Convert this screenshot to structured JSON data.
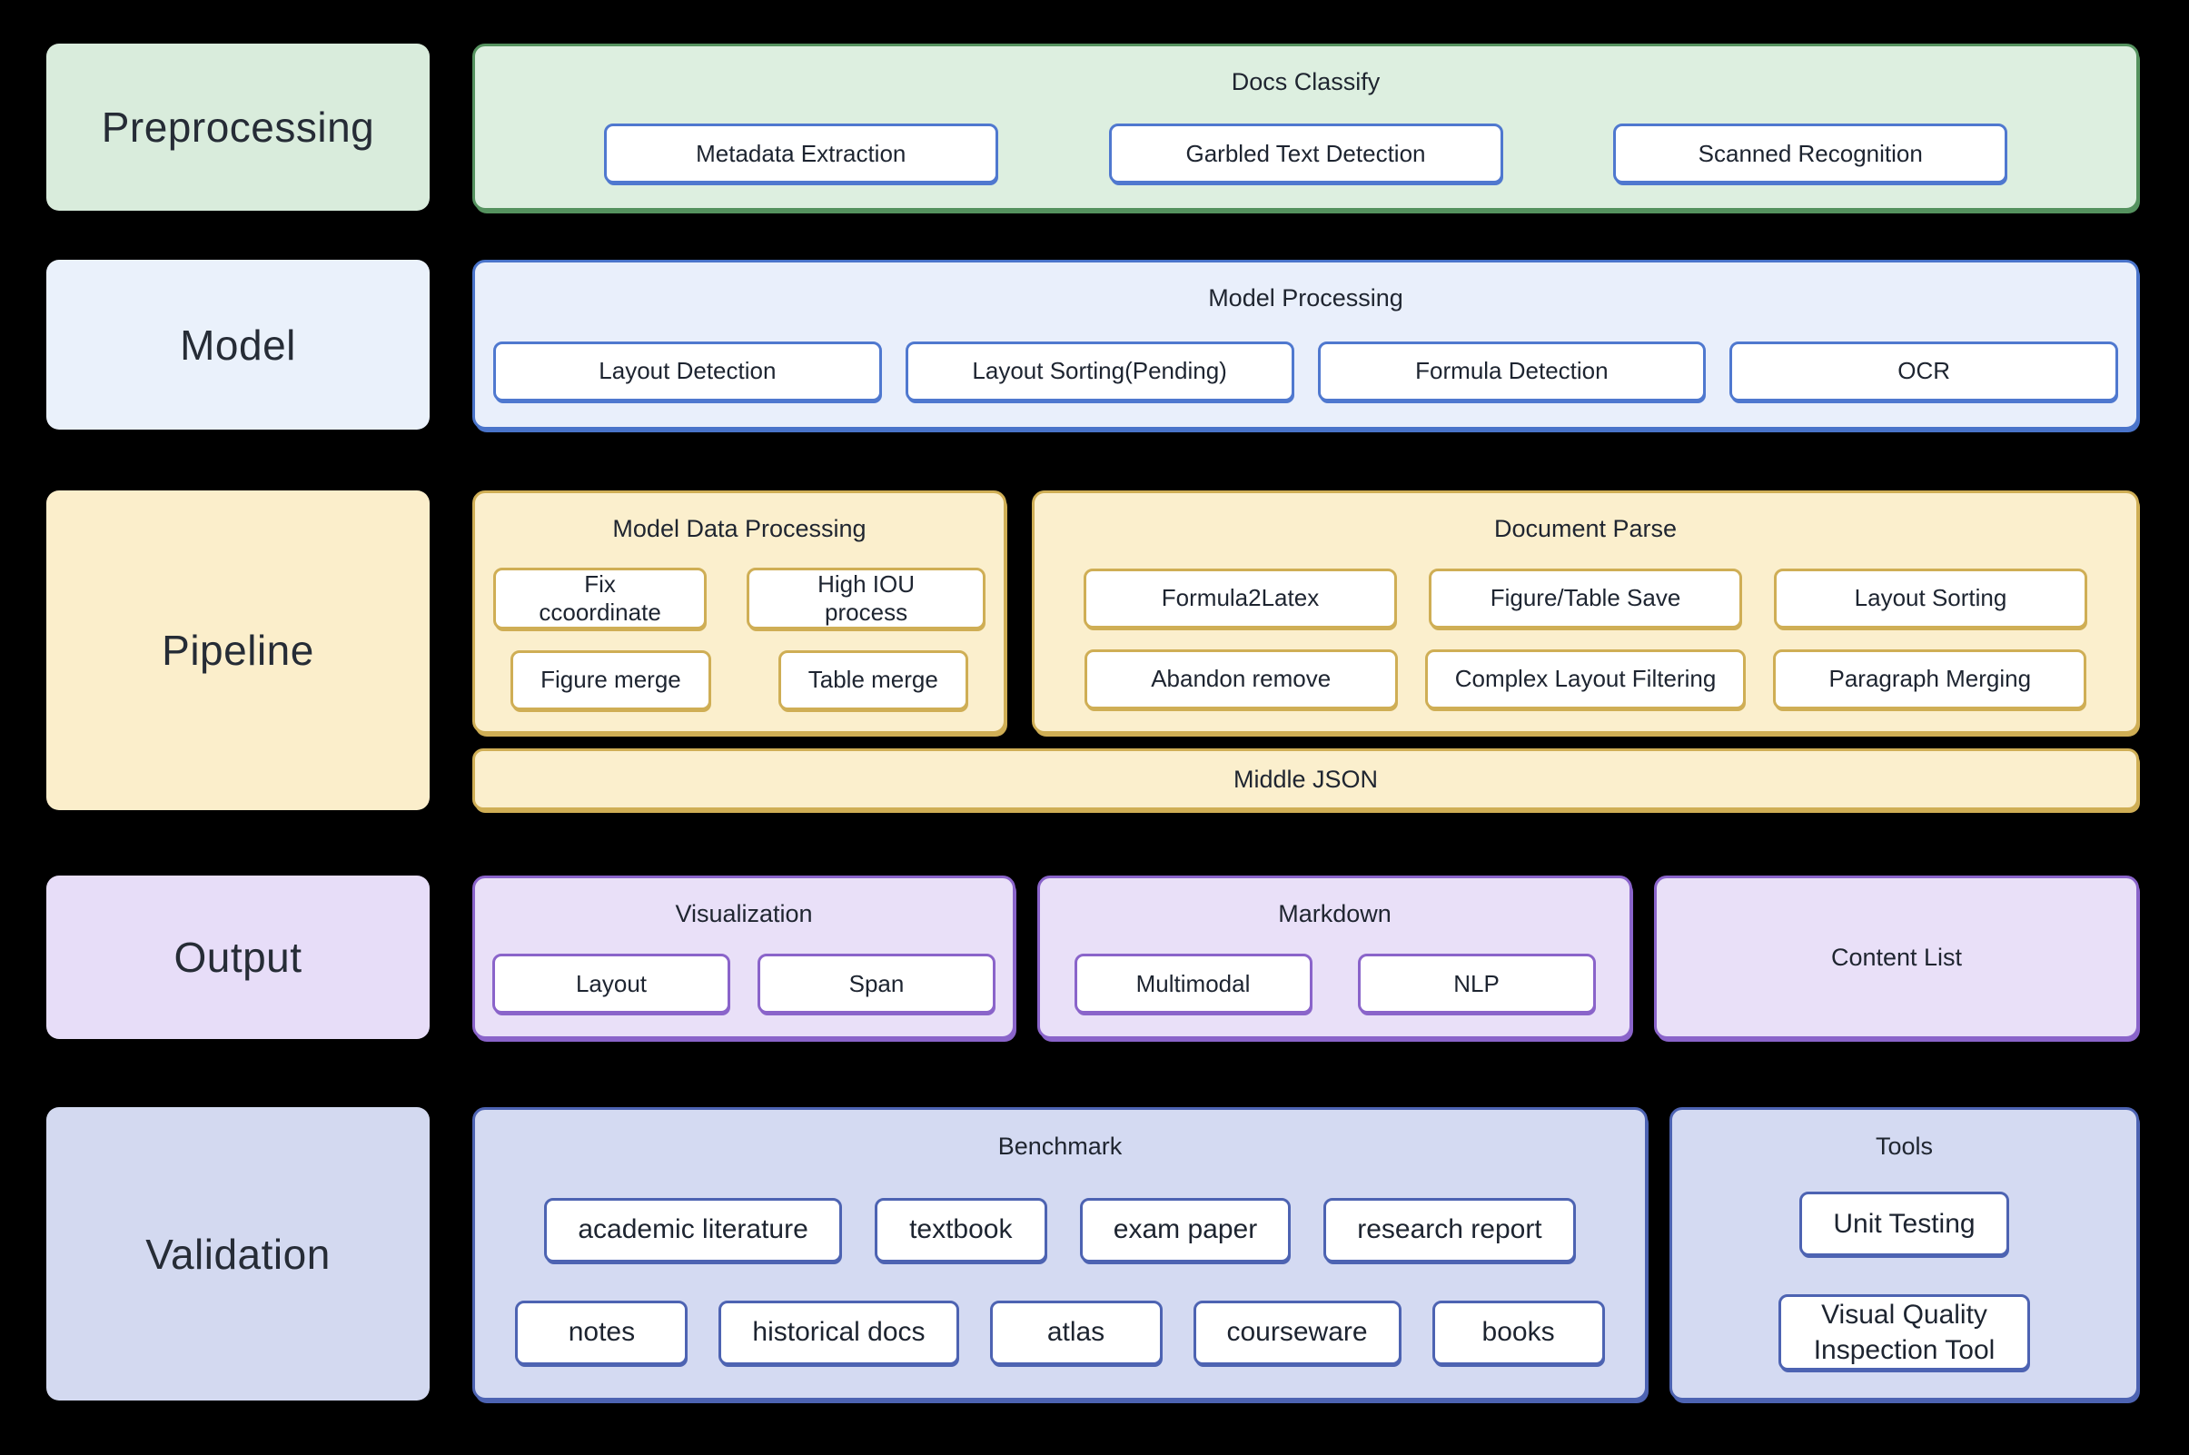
{
  "stages": [
    {
      "id": "preprocessing",
      "label": "Preprocessing"
    },
    {
      "id": "model",
      "label": "Model"
    },
    {
      "id": "pipeline",
      "label": "Pipeline"
    },
    {
      "id": "output",
      "label": "Output"
    },
    {
      "id": "validation",
      "label": "Validation"
    }
  ],
  "docs_classify": {
    "title": "Docs Classify",
    "boxes": [
      "Metadata Extraction",
      "Garbled Text Detection",
      "Scanned Recognition"
    ]
  },
  "model_processing": {
    "title": "Model Processing",
    "boxes": [
      "Layout Detection",
      "Layout Sorting(Pending)",
      "Formula Detection",
      "OCR"
    ]
  },
  "model_data_processing": {
    "title": "Model Data Processing",
    "rows": [
      [
        "Fix ccoordinate",
        "High IOU process"
      ],
      [
        "Figure merge",
        "Table merge"
      ]
    ]
  },
  "document_parse": {
    "title": "Document Parse",
    "rows": [
      [
        "Formula2Latex",
        "Figure/Table Save",
        "Layout Sorting"
      ],
      [
        "Abandon remove",
        "Complex Layout Filtering",
        "Paragraph Merging"
      ]
    ]
  },
  "middle_json": {
    "label": "Middle JSON"
  },
  "visualization": {
    "title": "Visualization",
    "boxes": [
      "Layout",
      "Span"
    ]
  },
  "markdown": {
    "title": "Markdown",
    "boxes": [
      "Multimodal",
      "NLP"
    ]
  },
  "content_list": {
    "title": "Content List"
  },
  "benchmark": {
    "title": "Benchmark",
    "rows": [
      [
        "academic literature",
        "textbook",
        "exam paper",
        "research report"
      ],
      [
        "notes",
        "historical docs",
        "atlas",
        "courseware",
        "books"
      ]
    ]
  },
  "tools": {
    "title": "Tools",
    "boxes": [
      "Unit Testing",
      "Visual Quality Inspection Tool"
    ]
  },
  "themes": {
    "green": {
      "fill": "#ddefe0",
      "border": "#55925f",
      "label_fill": "#d9ecdc",
      "box_border": "#4f78cf"
    },
    "blue": {
      "fill": "#e9effb",
      "border": "#4a74ca",
      "label_fill": "#eaf1fb",
      "box_border": "#4f78cf"
    },
    "yellow": {
      "fill": "#fbefcd",
      "border": "#cfae55",
      "label_fill": "#fbeecb",
      "box_border": "#cfae55"
    },
    "purple": {
      "fill": "#e9e0f8",
      "border": "#8a64ca",
      "label_fill": "#e7ddf8",
      "box_border": "#8a64ca"
    },
    "indigo": {
      "fill": "#d4daf2",
      "border": "#4d63b2",
      "label_fill": "#d3d9f0",
      "box_border": "#4d63b2"
    }
  },
  "background_color": "#000000"
}
